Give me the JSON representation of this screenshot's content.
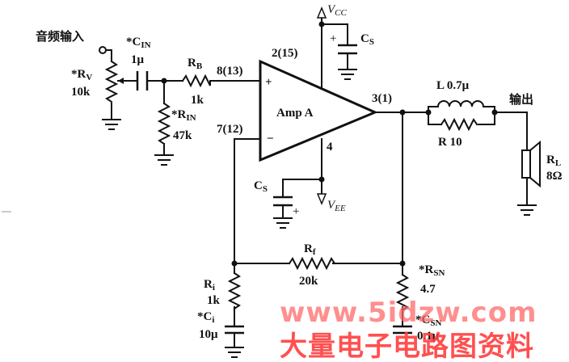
{
  "labels": {
    "vcc": "V",
    "vcc_sub": "CC",
    "vee": "V",
    "vee_sub": "EE",
    "audio_in": "音频输入",
    "output": "输出",
    "cin_name": "*C",
    "cin_sub": "IN",
    "cin_val": "1μ",
    "rv_name": "*R",
    "rv_sub": "V",
    "rv_val": "10k",
    "rb_name": "R",
    "rb_sub": "B",
    "rb_val": "1k",
    "rin_name": "*R",
    "rin_sub": "IN",
    "rin_val": "47k",
    "pin_noninv": "8(13)",
    "pin_vcc": "2(15)",
    "pin_inv": "7(12)",
    "pin_out": "3(1)",
    "pin_vee": "4",
    "amp_name": "Amp A",
    "plus_sign": "+",
    "minus_sign": "−",
    "cs_top_name": "C",
    "cs_top_sub": "S",
    "cs_bot_name": "C",
    "cs_bot_sub": "S",
    "l_label": "L  0.7μ",
    "r_label": "R  10",
    "rl_name": "R",
    "rl_sub": "L",
    "rl_val": "8Ω",
    "rf_name": "R",
    "rf_sub": "f",
    "rf_val": "20k",
    "ri_name": "R",
    "ri_sub": "i",
    "ri_val": "1k",
    "ci_name": "*C",
    "ci_sub": "i",
    "ci_val": "10μ",
    "rsn_name": "*R",
    "rsn_sub": "SN",
    "rsn_val": "4.7",
    "csn_name": "*C",
    "csn_sub": "SN",
    "csn_val": "0.1μ"
  },
  "watermark": {
    "url": "www.5idzw.com",
    "text": "大量电子电路图资料"
  },
  "colors": {
    "ink": "#111111",
    "watermark": "#ff4d4d"
  }
}
